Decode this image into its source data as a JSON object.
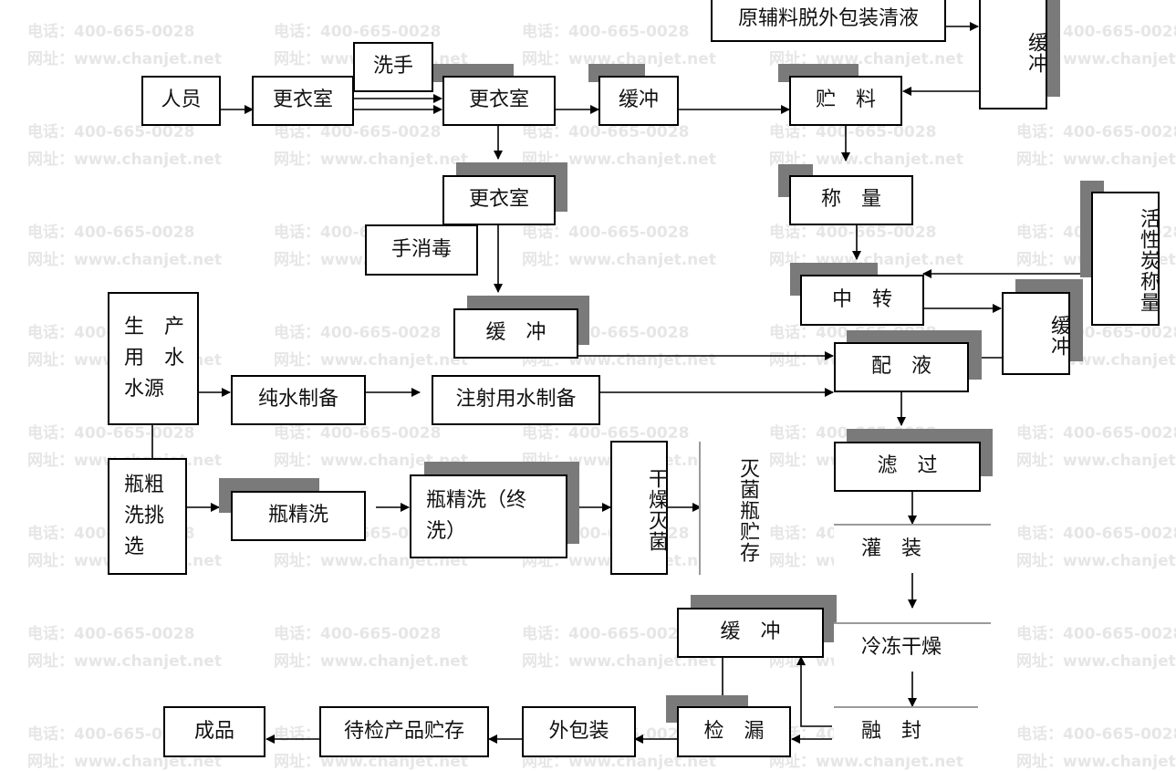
{
  "watermark": {
    "phone": "电话：400-665-0028",
    "website": "网址：www.chanjet.net"
  },
  "nodes": {
    "raw_unpack": "原辅料脱外包装清液",
    "buffer_top": "缓冲",
    "personnel": "人员",
    "changing_room_1": "更衣室",
    "hand_wash": "洗手",
    "changing_room_2": "更衣室",
    "buffer_1": "缓冲",
    "storage": "贮　料",
    "changing_room_3": "更衣室",
    "weighing": "称　量",
    "carbon_weighing": "活性炭称量",
    "hand_disinfect": "手消毒",
    "transfer": "中　转",
    "buffer_2": "缓冲",
    "buffer_3": "缓　冲",
    "water_source": "生　产\n用　水\n水源",
    "pure_water": "纯水制备",
    "wfi": "注射用水制备",
    "mixing": "配　液",
    "filtering": "滤　过",
    "bottle_rough_wash": "瓶粗\n洗挑\n选",
    "bottle_fine_wash": "瓶精洗",
    "bottle_final_wash": "瓶精洗（终\n洗）",
    "dry_sterilize": "干燥灭菌",
    "sterile_bottle_storage": "灭菌瓶贮存",
    "filling": "灌　装",
    "buffer_4": "缓　冲",
    "freeze_dry": "冷冻干燥",
    "sealing": "融　封",
    "leak_check": "检　漏",
    "outer_pack": "外包装",
    "pending_storage": "待检产品贮存",
    "finished": "成品"
  }
}
